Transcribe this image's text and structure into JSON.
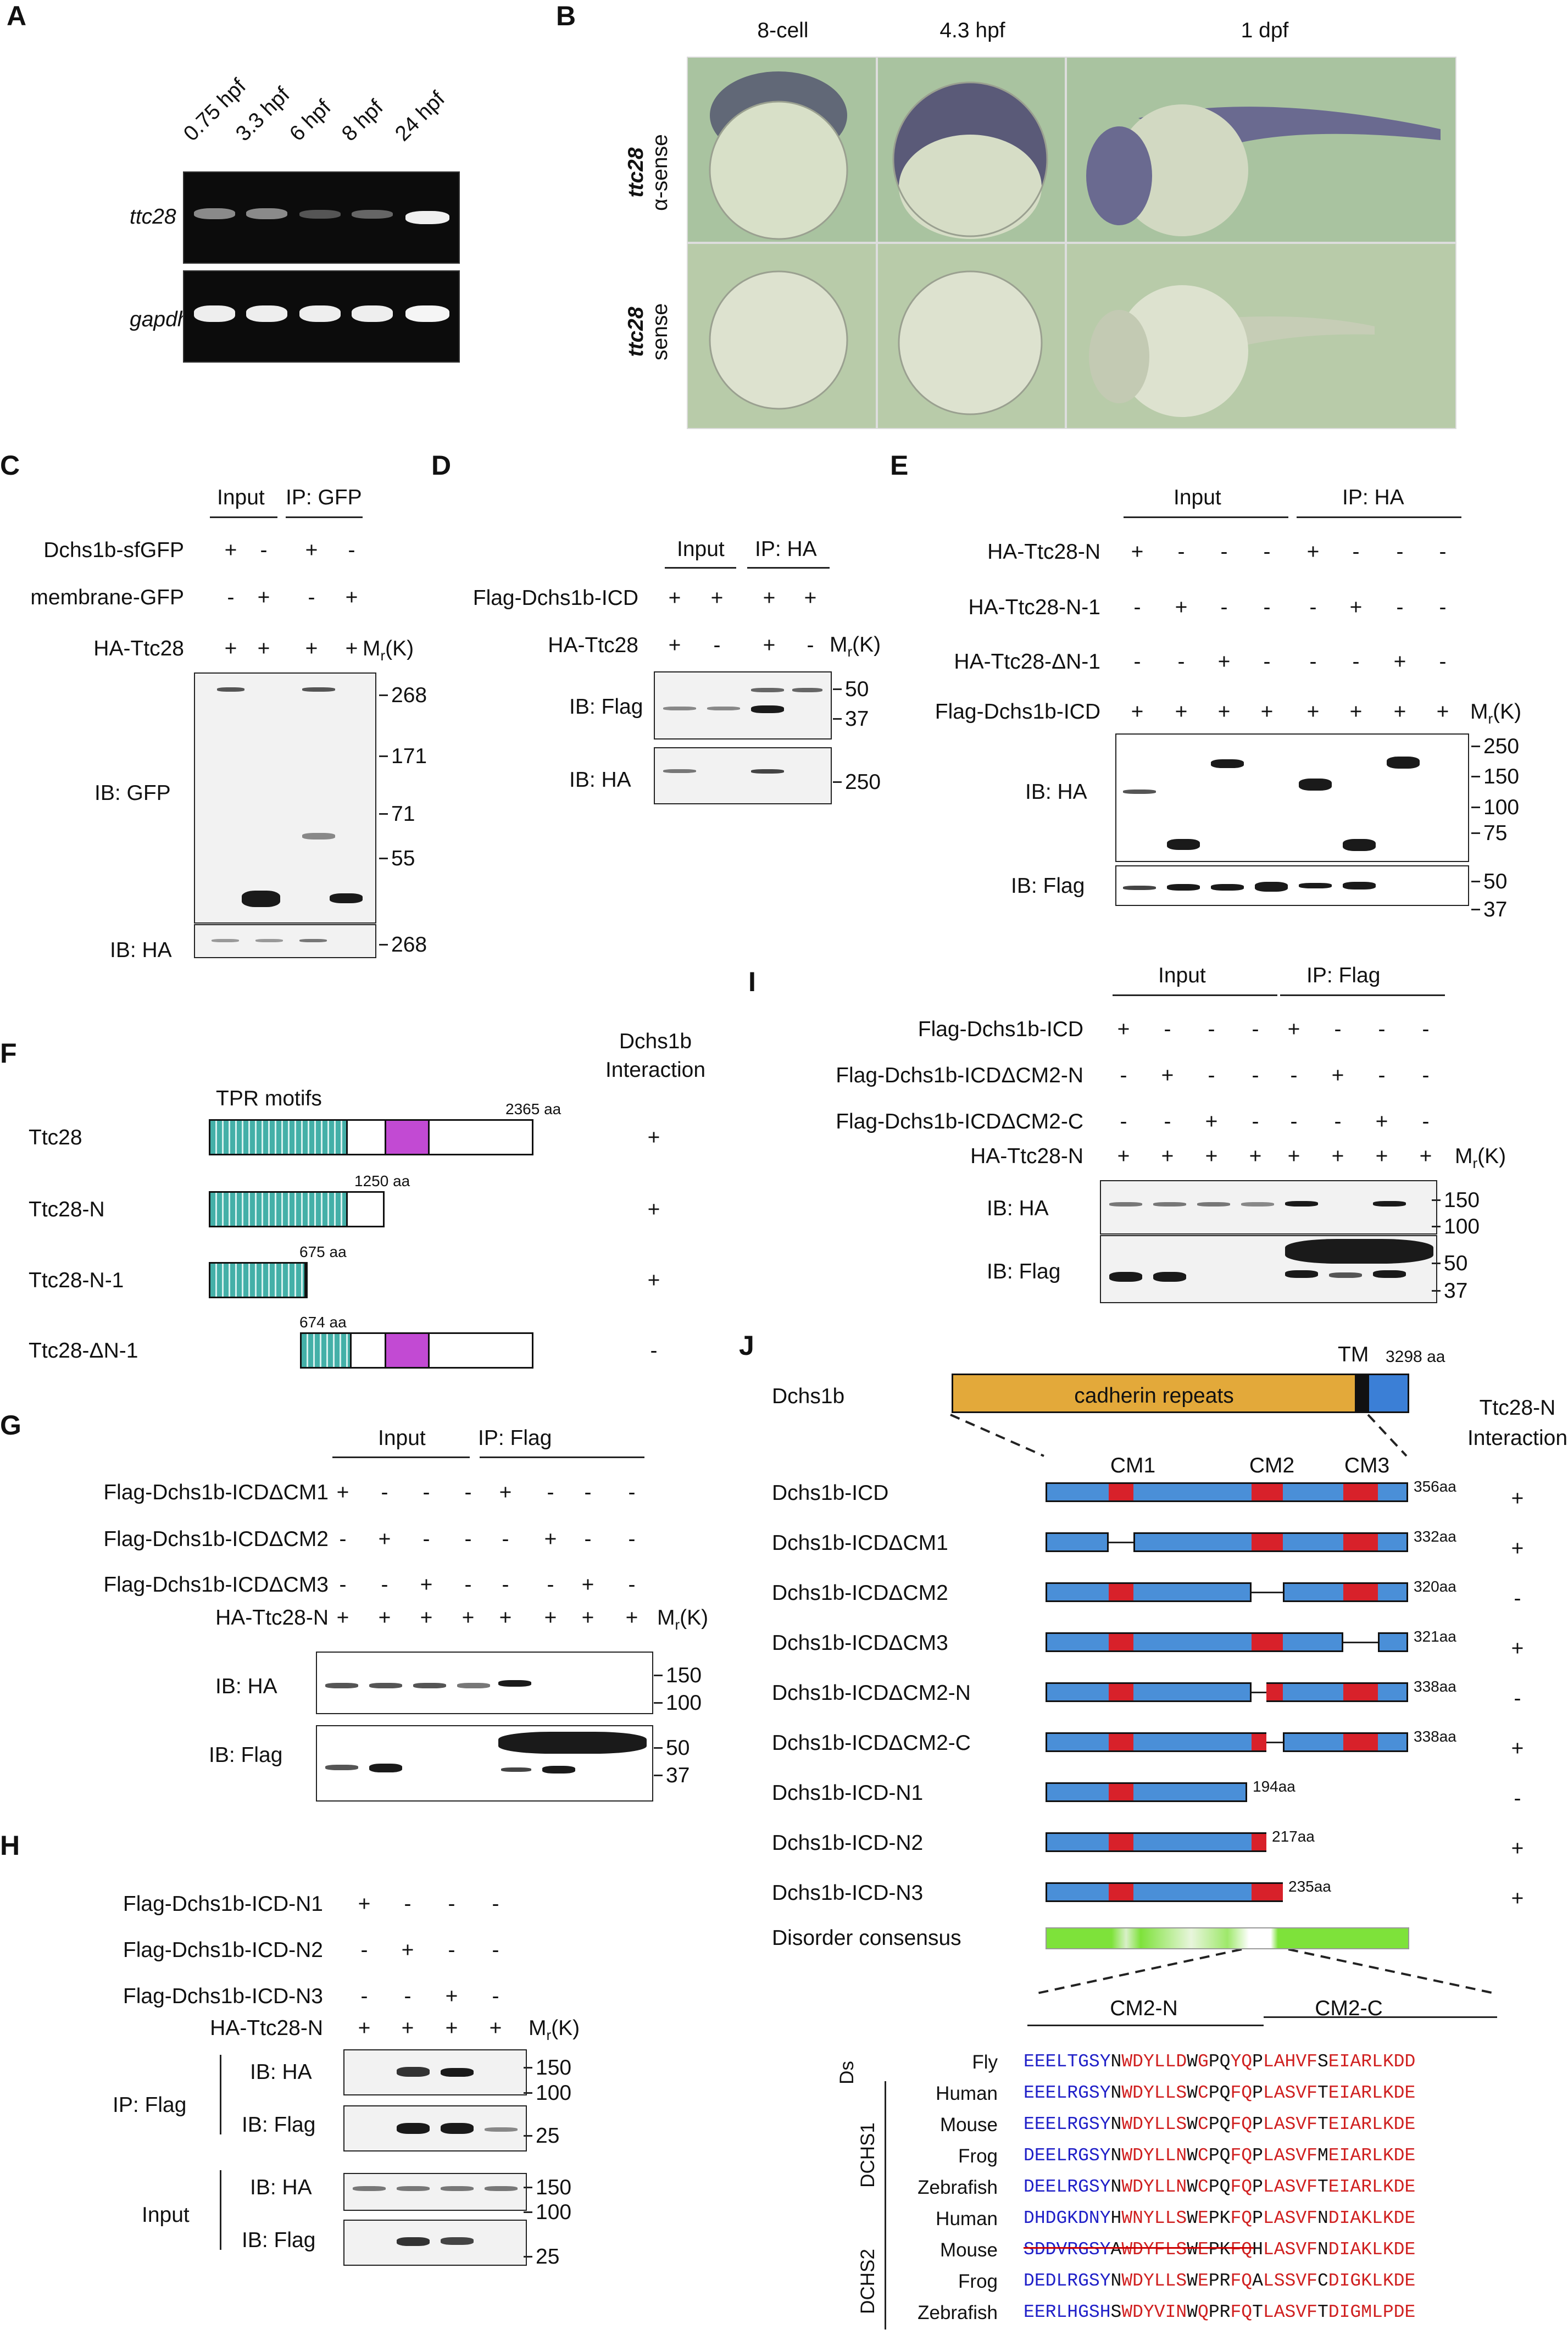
{
  "panels": {
    "A": {
      "label": "A",
      "lanes": [
        "0.75 hpf",
        "3.3 hpf",
        "6 hpf",
        "8 hpf",
        "24 hpf"
      ],
      "genes": [
        "ttc28",
        "gapdh"
      ]
    },
    "B": {
      "label": "B",
      "stages": [
        "8-cell",
        "4.3 hpf",
        "1 dpf"
      ],
      "rows": [
        [
          "ttc28",
          "α-sense"
        ],
        [
          "ttc28",
          "sense"
        ]
      ]
    },
    "C": {
      "label": "C",
      "col_input": "Input",
      "col_ip": "IP: GFP",
      "rows": [
        {
          "name": "Dchs1b-sfGFP",
          "signs": [
            "+",
            "-",
            "+",
            "-"
          ]
        },
        {
          "name": "membrane-GFP",
          "signs": [
            "-",
            "+",
            "-",
            "+"
          ]
        },
        {
          "name": "HA-Ttc28",
          "signs": [
            "+",
            "+",
            "+",
            "+"
          ]
        }
      ],
      "mr": "Mr(K)",
      "ib1": "IB: GFP",
      "ib2": "IB: HA",
      "markers1": [
        "268",
        "171",
        "71",
        "55"
      ],
      "markers2": [
        "268"
      ]
    },
    "D": {
      "label": "D",
      "col_input": "Input",
      "col_ip": "IP: HA",
      "rows": [
        {
          "name": "Flag-Dchs1b-ICD",
          "signs": [
            "+",
            "+",
            "+",
            "+"
          ]
        },
        {
          "name": "HA-Ttc28",
          "signs": [
            "+",
            "-",
            "+",
            "-"
          ]
        }
      ],
      "mr": "Mr(K)",
      "ib1": "IB: Flag",
      "ib2": "IB: HA",
      "markers1": [
        "50",
        "37"
      ],
      "markers2": [
        "250"
      ]
    },
    "E": {
      "label": "E",
      "col_input": "Input",
      "col_ip": "IP: HA",
      "rows": [
        {
          "name": "HA-Ttc28-N",
          "signs": [
            "+",
            "-",
            "-",
            "-",
            "+",
            "-",
            "-",
            "-"
          ]
        },
        {
          "name": "HA-Ttc28-N-1",
          "signs": [
            "-",
            "+",
            "-",
            "-",
            "-",
            "+",
            "-",
            "-"
          ]
        },
        {
          "name": "HA-Ttc28-ΔN-1",
          "signs": [
            "-",
            "-",
            "+",
            "-",
            "-",
            "-",
            "+",
            "-"
          ]
        },
        {
          "name": "Flag-Dchs1b-ICD",
          "signs": [
            "+",
            "+",
            "+",
            "+",
            "+",
            "+",
            "+",
            "+"
          ]
        }
      ],
      "mr": "Mr(K)",
      "ib1": "IB: HA",
      "ib2": "IB: Flag",
      "markers1": [
        "250",
        "150",
        "100",
        "75"
      ],
      "markers2": [
        "50",
        "37"
      ]
    },
    "F": {
      "label": "F",
      "header": [
        "Dchs1b",
        "Interaction"
      ],
      "tpr": "TPR motifs",
      "constructs": [
        {
          "name": "Ttc28",
          "aa": "2365 aa",
          "res": "+"
        },
        {
          "name": "Ttc28-N",
          "aa": "1250 aa",
          "res": "+"
        },
        {
          "name": "Ttc28-N-1",
          "aa": "675 aa",
          "res": "+"
        },
        {
          "name": "Ttc28-ΔN-1",
          "aa": "674 aa",
          "res": "-"
        }
      ]
    },
    "G": {
      "label": "G",
      "col_input": "Input",
      "col_ip": "IP: Flag",
      "rows": [
        {
          "name": "Flag-Dchs1b-ICDΔCM1",
          "signs": [
            "+",
            "-",
            "-",
            "-",
            "+",
            "-",
            "-",
            "-"
          ]
        },
        {
          "name": "Flag-Dchs1b-ICDΔCM2",
          "signs": [
            "-",
            "+",
            "-",
            "-",
            "-",
            "+",
            "-",
            "-"
          ]
        },
        {
          "name": "Flag-Dchs1b-ICDΔCM3",
          "signs": [
            "-",
            "-",
            "+",
            "-",
            "-",
            "-",
            "+",
            "-"
          ]
        },
        {
          "name": "HA-Ttc28-N",
          "signs": [
            "+",
            "+",
            "+",
            "+",
            "+",
            "+",
            "+",
            "+"
          ]
        }
      ],
      "mr": "Mr(K)",
      "ib1": "IB: HA",
      "ib2": "IB: Flag",
      "markers1": [
        "150",
        "100"
      ],
      "markers2": [
        "50",
        "37"
      ]
    },
    "H": {
      "label": "H",
      "rows": [
        {
          "name": "Flag-Dchs1b-ICD-N1",
          "signs": [
            "+",
            "-",
            "-",
            "-"
          ]
        },
        {
          "name": "Flag-Dchs1b-ICD-N2",
          "signs": [
            "-",
            "+",
            "-",
            "-"
          ]
        },
        {
          "name": "Flag-Dchs1b-ICD-N3",
          "signs": [
            "-",
            "-",
            "+",
            "-"
          ]
        },
        {
          "name": "HA-Ttc28-N",
          "signs": [
            "+",
            "+",
            "+",
            "+"
          ]
        }
      ],
      "mr": "Mr(K)",
      "ip": "IP: Flag",
      "input": "Input",
      "ib_ha": "IB: HA",
      "ib_flag": "IB: Flag",
      "m_ha": [
        "150",
        "100"
      ],
      "m_flag": [
        "25"
      ]
    },
    "I": {
      "label": "I",
      "col_input": "Input",
      "col_ip": "IP: Flag",
      "rows": [
        {
          "name": "Flag-Dchs1b-ICD",
          "signs": [
            "+",
            "-",
            "-",
            "-",
            "+",
            "-",
            "-",
            "-"
          ]
        },
        {
          "name": "Flag-Dchs1b-ICDΔCM2-N",
          "signs": [
            "-",
            "+",
            "-",
            "-",
            "-",
            "+",
            "-",
            "-"
          ]
        },
        {
          "name": "Flag-Dchs1b-ICDΔCM2-C",
          "signs": [
            "-",
            "-",
            "+",
            "-",
            "-",
            "-",
            "+",
            "-"
          ]
        },
        {
          "name": "HA-Ttc28-N",
          "signs": [
            "+",
            "+",
            "+",
            "+",
            "+",
            "+",
            "+",
            "+"
          ]
        }
      ],
      "mr": "Mr(K)",
      "ib1": "IB: HA",
      "ib2": "IB: Flag",
      "markers1": [
        "150",
        "100"
      ],
      "markers2": [
        "50",
        "37"
      ]
    },
    "J": {
      "label": "J",
      "protein": "Dchs1b",
      "tm": "TM",
      "total": "3298 aa",
      "cad": "cadherin repeats",
      "header": [
        "Ttc28-N",
        "Interaction"
      ],
      "cm": [
        "CM1",
        "CM2",
        "CM3"
      ],
      "constructs": [
        {
          "name": "Dchs1b-ICD",
          "aa": "356aa",
          "res": "+"
        },
        {
          "name": "Dchs1b-ICDΔCM1",
          "aa": "332aa",
          "res": "+"
        },
        {
          "name": "Dchs1b-ICDΔCM2",
          "aa": "320aa",
          "res": "-"
        },
        {
          "name": "Dchs1b-ICDΔCM3",
          "aa": "321aa",
          "res": "+"
        },
        {
          "name": "Dchs1b-ICDΔCM2-N",
          "aa": "338aa",
          "res": "-"
        },
        {
          "name": "Dchs1b-ICDΔCM2-C",
          "aa": "338aa",
          "res": "+"
        },
        {
          "name": "Dchs1b-ICD-N1",
          "aa": "194aa",
          "res": "-"
        },
        {
          "name": "Dchs1b-ICD-N2",
          "aa": "217aa",
          "res": "+"
        },
        {
          "name": "Dchs1b-ICD-N3",
          "aa": "235aa",
          "res": "+"
        }
      ],
      "disorder": "Disorder consensus",
      "cm2n": "CM2-N",
      "cm2c": "CM2-C",
      "groups": [
        "Ds",
        "DCHS1",
        "DCHS2"
      ],
      "seqs": [
        {
          "sp": "Fly",
          "seq": "EEELTGSYNWDYLLDWGPQYQPLAHVFSEIARLKDD"
        },
        {
          "sp": "Human",
          "seq": "EEELRGSYNWDYLLSWCPQFQPLASVFTEIARLKDE"
        },
        {
          "sp": "Mouse",
          "seq": "EEELRGSYNWDYLLSWCPQFQPLASVFTEIARLKDE"
        },
        {
          "sp": "Frog",
          "seq": "DEELRGSYNWDYLLNWCPQFQPLASVFMEIARLKDE"
        },
        {
          "sp": "Zebrafish",
          "seq": "DEELRGSYNWDYLLNWCPQFQPLASVFTEIARLKDE"
        },
        {
          "sp": "Human",
          "seq": "DHDGKDNYHWNYLLSWEPKFQPLASVFNDIAKLKDE"
        },
        {
          "sp": "Mouse",
          "seq": "SDDVRGSYAWDYFLSWEPKFQHLASVFNDIAKLKDE"
        },
        {
          "sp": "Frog",
          "seq": "DEDLRGSYNWDYLLSWEPRFQALSSVFCDIGKLKDE"
        },
        {
          "sp": "Zebrafish",
          "seq": "EERLHGSHSWDYVINWQPRFQTLASVFTDIGMLPDE"
        }
      ]
    }
  }
}
